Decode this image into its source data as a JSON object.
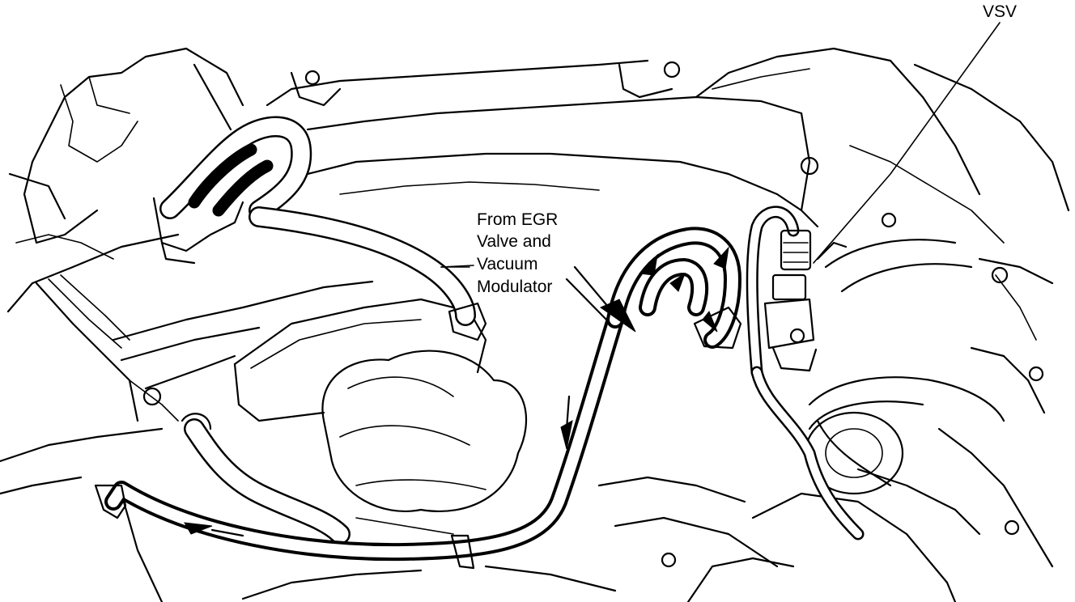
{
  "labels": {
    "vsv": "VSV",
    "egr_line1": "From EGR",
    "egr_line2": "Valve and",
    "egr_line3": "Vacuum",
    "egr_line4": "Modulator"
  },
  "colors": {
    "ink": "#000000",
    "paper": "#ffffff"
  }
}
